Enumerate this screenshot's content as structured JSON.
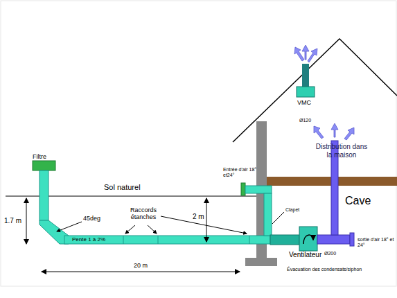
{
  "diagram": {
    "labels": [
      "Filtre",
      "Sol naturel",
      "1.7 m",
      "45deg",
      "Raccords étanches",
      "2 m",
      "Pente 1 à 2%",
      "20 m",
      "Entrée d'air 18° et24°",
      "Clapet",
      "VMC",
      "Ø120",
      "Distribution dans la maison",
      "Cave",
      "Ventilateur",
      "Ø200",
      "sortie d'air 18° et 24°",
      "Évacuation des condensats/siphon"
    ]
  }
}
